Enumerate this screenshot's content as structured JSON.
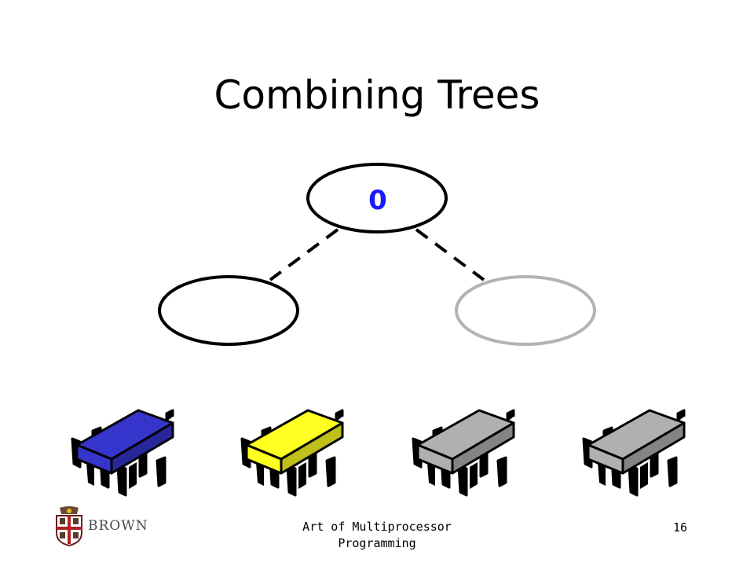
{
  "slide": {
    "title": "Combining Trees",
    "footer": "Art of Multiprocessor Programming",
    "page_number": "16",
    "logo_text": "BROWN"
  },
  "tree": {
    "root": {
      "value": "0",
      "text_color": "#1a1aff",
      "outline": "#000000"
    },
    "left_child": {
      "value": "",
      "outline": "#000000"
    },
    "right_child": {
      "value": "",
      "outline": "#b3b3b3"
    },
    "edge_style": "dashed"
  },
  "processors": [
    {
      "color": "#3535cc",
      "icon": "cpu-chip-icon"
    },
    {
      "color": "#ffff22",
      "icon": "cpu-chip-icon"
    },
    {
      "color": "#b0b0b0",
      "icon": "cpu-chip-icon"
    },
    {
      "color": "#b0b0b0",
      "icon": "cpu-chip-icon"
    }
  ]
}
